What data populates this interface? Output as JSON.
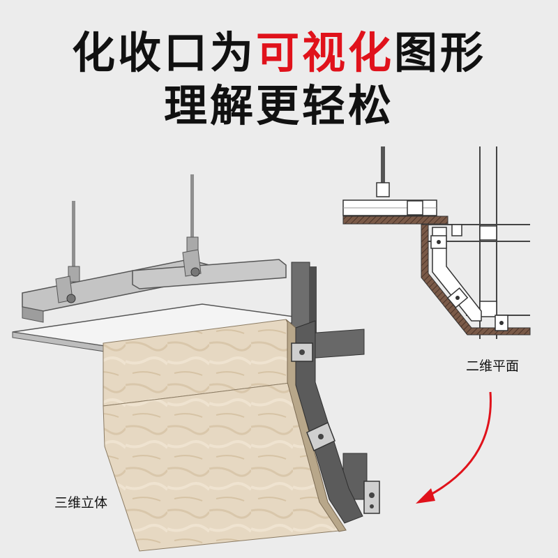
{
  "title": {
    "line1_pre": "化收口为",
    "line1_highlight": "可视化",
    "line1_post": "图形",
    "line2": "理解更轻松"
  },
  "labels": {
    "plan_2d": "二维平面",
    "view_3d": "三维立体"
  },
  "colors": {
    "highlight": "#e0121b",
    "background": "#ececec",
    "steel": "#b9b9b9",
    "stone": "#e4d6c0",
    "arrow": "#e0121b"
  }
}
